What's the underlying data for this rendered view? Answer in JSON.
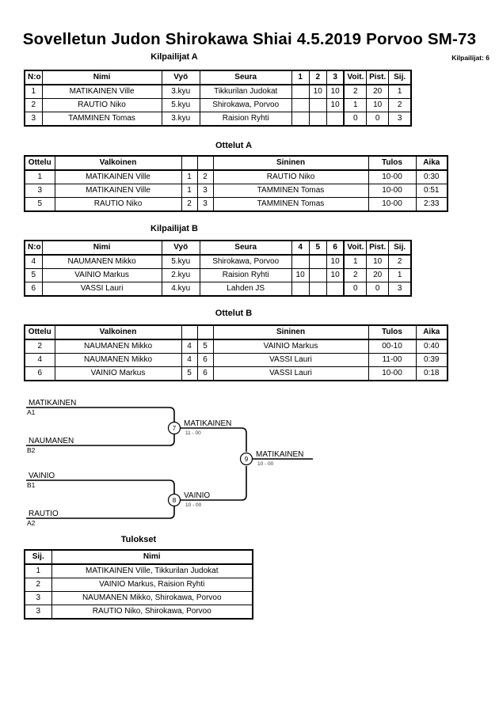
{
  "header": {
    "title": "Sovelletun Judon Shirokawa Shiai  4.5.2019  Porvoo   SM-73",
    "entrants_label": "Kilpailijat: 6"
  },
  "pools": [
    {
      "title": "Kilpailijat A",
      "columns": [
        "N:o",
        "Nimi",
        "Vyö",
        "Seura",
        "1",
        "2",
        "3",
        "Voit.",
        "Pist.",
        "Sij."
      ],
      "rows": [
        {
          "no": "1",
          "name": "MATIKAINEN Ville",
          "belt": "3.kyu",
          "club": "Tikkurilan Judokat",
          "scores": [
            "",
            "10",
            "10"
          ],
          "wins": "2",
          "points": "20",
          "place": "1"
        },
        {
          "no": "2",
          "name": "RAUTIO Niko",
          "belt": "5.kyu",
          "club": "Shirokawa, Porvoo",
          "scores": [
            "",
            "",
            "10"
          ],
          "wins": "1",
          "points": "10",
          "place": "2"
        },
        {
          "no": "3",
          "name": "TAMMINEN Tomas",
          "belt": "3.kyu",
          "club": "Raision Ryhti",
          "scores": [
            "",
            "",
            ""
          ],
          "wins": "0",
          "points": "0",
          "place": "3"
        }
      ]
    },
    {
      "title": "Kilpailijat B",
      "columns": [
        "N:o",
        "Nimi",
        "Vyö",
        "Seura",
        "4",
        "5",
        "6",
        "Voit.",
        "Pist.",
        "Sij."
      ],
      "rows": [
        {
          "no": "4",
          "name": "NAUMANEN Mikko",
          "belt": "5.kyu",
          "club": "Shirokawa, Porvoo",
          "scores": [
            "",
            "",
            "10"
          ],
          "wins": "1",
          "points": "10",
          "place": "2"
        },
        {
          "no": "5",
          "name": "VAINIO Markus",
          "belt": "2.kyu",
          "club": "Raision Ryhti",
          "scores": [
            "10",
            "",
            "10"
          ],
          "wins": "2",
          "points": "20",
          "place": "1"
        },
        {
          "no": "6",
          "name": "VASSI Lauri",
          "belt": "4.kyu",
          "club": "Lahden JS",
          "scores": [
            "",
            "",
            ""
          ],
          "wins": "0",
          "points": "0",
          "place": "3"
        }
      ]
    }
  ],
  "matches": [
    {
      "title": "Ottelut A",
      "columns": [
        "Ottelu",
        "Valkoinen",
        "",
        "",
        "Sininen",
        "Tulos",
        "Aika"
      ],
      "rows": [
        {
          "no": "1",
          "white": "MATIKAINEN Ville",
          "white_no": "1",
          "blue_no": "2",
          "blue": "RAUTIO Niko",
          "result": "10-00",
          "time": "0:30"
        },
        {
          "no": "3",
          "white": "MATIKAINEN Ville",
          "white_no": "1",
          "blue_no": "3",
          "blue": "TAMMINEN Tomas",
          "result": "10-00",
          "time": "0:51"
        },
        {
          "no": "5",
          "white": "RAUTIO Niko",
          "white_no": "2",
          "blue_no": "3",
          "blue": "TAMMINEN Tomas",
          "result": "10-00",
          "time": "2:33"
        }
      ]
    },
    {
      "title": "Ottelut B",
      "columns": [
        "Ottelu",
        "Valkoinen",
        "",
        "",
        "Sininen",
        "Tulos",
        "Aika"
      ],
      "rows": [
        {
          "no": "2",
          "white": "NAUMANEN Mikko",
          "white_no": "4",
          "blue_no": "5",
          "blue": "VAINIO Markus",
          "result": "00-10",
          "time": "0:40"
        },
        {
          "no": "4",
          "white": "NAUMANEN Mikko",
          "white_no": "4",
          "blue_no": "6",
          "blue": "VASSI Lauri",
          "result": "11-00",
          "time": "0:39"
        },
        {
          "no": "6",
          "white": "VAINIO Markus",
          "white_no": "5",
          "blue_no": "6",
          "blue": "VASSI Lauri",
          "result": "10-00",
          "time": "0:18"
        }
      ]
    }
  ],
  "bracket": {
    "entries": [
      {
        "name": "MATIKAINEN",
        "seed": "A1"
      },
      {
        "name": "NAUMANEN",
        "seed": "B2"
      },
      {
        "name": "VAINIO",
        "seed": "B1"
      },
      {
        "name": "RAUTIO",
        "seed": "A2"
      }
    ],
    "nodes": [
      {
        "number": "7",
        "winner": "MATIKAINEN",
        "score": "11 - 00"
      },
      {
        "number": "8",
        "winner": "VAINIO",
        "score": "10 - 00"
      },
      {
        "number": "9",
        "winner": "MATIKAINEN",
        "score": "10 - 00"
      }
    ]
  },
  "results": {
    "title": "Tulokset",
    "columns": [
      "Sij.",
      "Nimi"
    ],
    "rows": [
      {
        "place": "1",
        "name": "MATIKAINEN Ville, Tikkurilan Judokat"
      },
      {
        "place": "2",
        "name": "VAINIO Markus, Raision Ryhti"
      },
      {
        "place": "3",
        "name": "NAUMANEN Mikko, Shirokawa, Porvoo"
      },
      {
        "place": "3",
        "name": "RAUTIO Niko, Shirokawa, Porvoo"
      }
    ]
  }
}
